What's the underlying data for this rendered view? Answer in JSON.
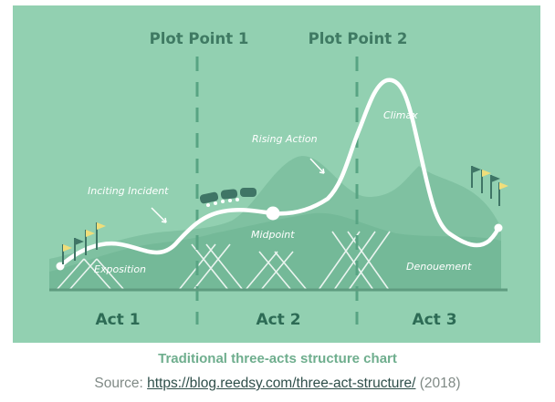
{
  "diagram": {
    "plot_points": [
      "Plot Point 1",
      "Plot Point 2"
    ],
    "acts": [
      "Act 1",
      "Act 2",
      "Act 3"
    ],
    "annotations": {
      "exposition": "Exposition",
      "inciting_incident": "Inciting Incident",
      "rising_action": "Rising Action",
      "midpoint": "Midpoint",
      "climax": "Climax",
      "denouement": "Denouement"
    },
    "colors": {
      "background": "#92d0b1",
      "mountain": "#7fc1a1",
      "line": "#ffffff",
      "dashed": "#58a483",
      "act_text": "#2d6b55",
      "flag": "#f0de7a",
      "train": "#3f7566"
    }
  },
  "caption": {
    "title": "Traditional three-acts structure chart",
    "source_prefix": "Source: ",
    "source_link": "https://blog.reedsy.com/three-act-structure/",
    "source_suffix": " (2018)"
  }
}
